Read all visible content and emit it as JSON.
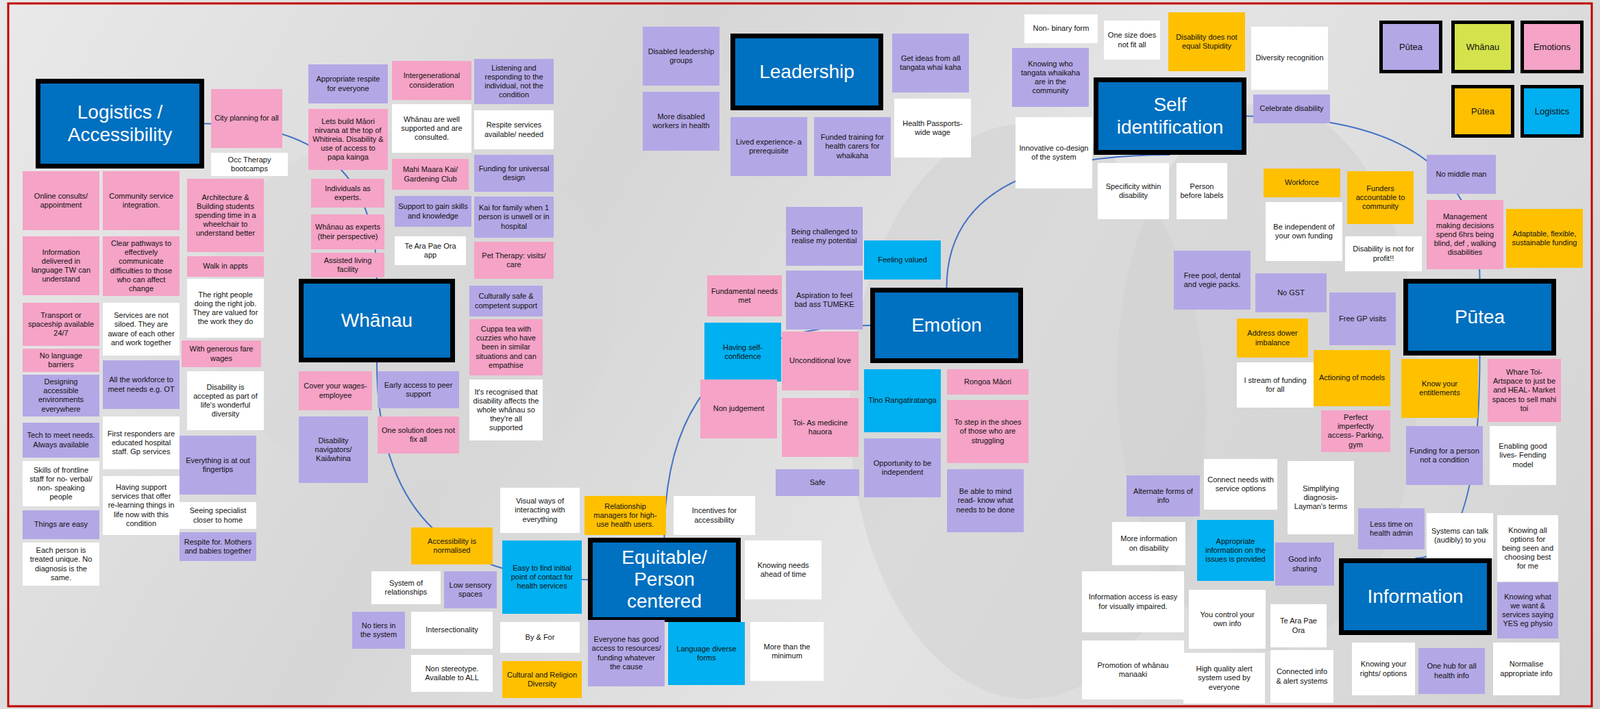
{
  "diagram": {
    "nodes": [
      {
        "text": [
          "Logistics / Accessibility"
        ]
      },
      {
        "text": [
          "City planning for all"
        ]
      },
      {
        "text": [
          "Occ Therapy bootcamps"
        ]
      },
      {
        "text": [
          "Online consults/ appointment"
        ]
      },
      {
        "text": [
          "Community service integration."
        ]
      },
      {
        "text": [
          "Architecture & Building students spending time in a wheelchair to understand better"
        ]
      },
      {
        "text": [
          "Information delivered in language TW can understand"
        ]
      },
      {
        "text": [
          "Clear pathways to effectively communicate difficulties to those who can affect change"
        ]
      },
      {
        "text": [
          "Walk in appts"
        ]
      },
      {
        "text": [
          "The right people doing the right job. They are valued for the work they do"
        ]
      },
      {
        "text": [
          "Transport or spaceship available 24/7"
        ]
      },
      {
        "text": [
          "Services are not siloed. They are aware of each other and work together"
        ]
      },
      {
        "text": [
          "With generous fare wages"
        ]
      },
      {
        "text": [
          "No language barriers"
        ]
      },
      {
        "text": [
          "Designing accessible environments everywhere"
        ]
      },
      {
        "text": [
          "All the workforce to meet needs e.g. OT"
        ]
      },
      {
        "text": [
          "Disability is accepted as part of life's wonderful diversity"
        ]
      },
      {
        "text": [
          "Tech to meet needs. Always available"
        ]
      },
      {
        "text": [
          "First responders are educated hospital staff. Gp services"
        ]
      },
      {
        "text": [
          "Everything is at out fingertips"
        ]
      },
      {
        "text": [
          "Skills of frontline staff for no- verbal/ non- speaking people"
        ]
      },
      {
        "text": [
          "Having support services that offer re-learning things in life now with this condition"
        ]
      },
      {
        "text": [
          "Things are easy"
        ]
      },
      {
        "text": [
          "Seeing specialist closer to home"
        ]
      },
      {
        "text": [
          "Respite for. Mothers and babies together"
        ]
      },
      {
        "text": [
          "Each person is treated unique. No diagnosis is the same."
        ]
      },
      {
        "text": [
          "Appropriate respite for everyone"
        ]
      },
      {
        "text": [
          "Intergenerational consideration"
        ]
      },
      {
        "text": [
          "Listening and responding to the individual, not the condition"
        ]
      },
      {
        "text": [
          "Lets build Māori nirvana at the top of Whitireia. Disability & use of access to papa kainga"
        ]
      },
      {
        "text": [
          "Whānau are well supported and are consulted."
        ]
      },
      {
        "text": [
          "Respite services available/ needed"
        ]
      },
      {
        "text": [
          "Individuals as experts."
        ]
      },
      {
        "text": [
          "Mahi Maara Kai/ Gardening Club"
        ]
      },
      {
        "text": [
          "Funding for universal design"
        ]
      },
      {
        "text": [
          "Support to gain skills and knowledge"
        ]
      },
      {
        "text": [
          "Whānau as experts (their perspective)"
        ]
      },
      {
        "text": [
          "Kai for family when 1 person is unwell or in hospital"
        ]
      },
      {
        "text": [
          "Te Ara Pae Ora app"
        ]
      },
      {
        "text": [
          "Assisted living facility"
        ]
      },
      {
        "text": [
          "Pet Therapy: visits/ care"
        ]
      },
      {
        "text": [
          "Whānau"
        ]
      },
      {
        "text": [
          "Culturally safe & competent support"
        ]
      },
      {
        "text": [
          "Cuppa tea with cuzzies who have been in similar situations and can empathise"
        ]
      },
      {
        "text": [
          "Cover your wages- employee"
        ]
      },
      {
        "text": [
          "Early access to peer support"
        ]
      },
      {
        "text": [
          "It's recognised that disability affects the whole whānau so they're all supported"
        ]
      },
      {
        "text": [
          "Disability navigators/ Kaiāwhina"
        ]
      },
      {
        "text": [
          "One solution does not fix all"
        ]
      },
      {
        "text": [
          "Visual ways of interacting with everything"
        ]
      },
      {
        "text": [
          "Relationship managers for high-use health users."
        ]
      },
      {
        "text": [
          "Incentives for accessibility"
        ]
      },
      {
        "text": [
          "Accessibility is normalised"
        ]
      },
      {
        "text": [
          "Easy to find initial point of contact for health services"
        ]
      },
      {
        "text": [
          "Equitable/ Person centered"
        ]
      },
      {
        "text": [
          "Knowing needs ahead of time"
        ]
      },
      {
        "text": [
          "System of relationships"
        ]
      },
      {
        "text": [
          "Low sensory spaces"
        ]
      },
      {
        "text": [
          "No tiers in the system"
        ]
      },
      {
        "text": [
          "Intersectionality"
        ]
      },
      {
        "text": [
          "By & For"
        ]
      },
      {
        "text": [
          "Everyone has good access to resources/ funding whatever the cause"
        ]
      },
      {
        "text": [
          "Language diverse forms"
        ]
      },
      {
        "text": [
          "More than the minimum"
        ]
      },
      {
        "text": [
          "Non stereotype. Available to ALL"
        ]
      },
      {
        "text": [
          "Cultural and Religion Diversity"
        ]
      },
      {
        "text": [
          "Disabled leadership groups"
        ]
      },
      {
        "text": [
          "Leadership"
        ]
      },
      {
        "text": [
          "Get ideas from all tangata whai kaha"
        ]
      },
      {
        "text": [
          "More disabled workers in health"
        ]
      },
      {
        "text": [
          "Lived experience- a prerequisite"
        ]
      },
      {
        "text": [
          "Funded training for health carers for whaikaha"
        ]
      },
      {
        "text": [
          "Health Passports- wide wage"
        ]
      },
      {
        "text": [
          "Being challenged to realise my potential"
        ]
      },
      {
        "text": [
          "Aspiration to feel bad ass TUMEKE"
        ]
      },
      {
        "text": [
          "Feeling valued"
        ]
      },
      {
        "text": [
          "Fundamental needs met"
        ]
      },
      {
        "text": [
          "Having self-confidence"
        ]
      },
      {
        "text": [
          "Unconditional love"
        ]
      },
      {
        "text": [
          "Emotion"
        ]
      },
      {
        "text": [
          "Non judgement"
        ]
      },
      {
        "text": [
          "Toi- As medicine hauora"
        ]
      },
      {
        "text": [
          "Tino Rangatiratanga"
        ]
      },
      {
        "text": [
          "Rongoa Māori"
        ]
      },
      {
        "text": [
          "To step in the shoes of those who are struggling"
        ]
      },
      {
        "text": [
          "Opportunity to be independent"
        ]
      },
      {
        "text": [
          "Safe"
        ]
      },
      {
        "text": [
          "Be able to mind read- know what needs to be done"
        ]
      },
      {
        "text": [
          "Non- binary form"
        ]
      },
      {
        "text": [
          "One size does not fit all"
        ]
      },
      {
        "text": [
          "Disability does not equal Stupidity"
        ]
      },
      {
        "text": [
          "Diversity recognition"
        ]
      },
      {
        "text": [
          "Knowing who tangata whaikaha are in the community"
        ]
      },
      {
        "text": [
          "Self identification"
        ]
      },
      {
        "text": [
          "Celebrate disability"
        ]
      },
      {
        "text": [
          "Innovative co-design of the system"
        ]
      },
      {
        "text": [
          "Specificity within disability"
        ]
      },
      {
        "text": [
          "Person before labels"
        ]
      },
      {
        "text": [
          "Workforce"
        ]
      },
      {
        "text": [
          "Funders accountable to community"
        ]
      },
      {
        "text": [
          "No middle man"
        ]
      },
      {
        "text": [
          "Be independent of your own funding"
        ]
      },
      {
        "text": [
          "Disability is not for profit!!"
        ]
      },
      {
        "text": [
          "Management making decisions spend 6hrs being blind, def , walking disabilities"
        ]
      },
      {
        "text": [
          "Adaptable, flexible, sustainable funding"
        ]
      },
      {
        "text": [
          "Free pool, dental and vegie packs."
        ]
      },
      {
        "text": [
          "No GST"
        ]
      },
      {
        "text": [
          "Free GP visits"
        ]
      },
      {
        "text": [
          "Pūtea"
        ]
      },
      {
        "text": [
          "Address dower imbalance"
        ]
      },
      {
        "text": [
          "Actioning of models"
        ]
      },
      {
        "text": [
          "I stream of funding for all"
        ]
      },
      {
        "text": [
          "Know your entitlements"
        ]
      },
      {
        "text": [
          "Whare Toi- Artspace to just be and HEAL- Market spaces to sell mahi toi"
        ]
      },
      {
        "text": [
          "Perfect imperfectly access- Parking, gym"
        ]
      },
      {
        "text": [
          "Funding for a person not a condition"
        ]
      },
      {
        "text": [
          "Enabling good lives- Fending model"
        ]
      },
      {
        "text": [
          "Connect needs with service options"
        ]
      },
      {
        "text": [
          "Simplifying diagnosis- Layman's terms"
        ]
      },
      {
        "text": [
          "Alternate forms of info"
        ]
      },
      {
        "text": [
          "Less time on health admin"
        ]
      },
      {
        "text": [
          "Systems can talk (audibly) to you"
        ]
      },
      {
        "text": [
          "Knowing all options for being seen and choosing best for me"
        ]
      },
      {
        "text": [
          "More information on disability"
        ]
      },
      {
        "text": [
          "Appropriate information on the issues is provided"
        ]
      },
      {
        "text": [
          "Good info sharing"
        ]
      },
      {
        "text": [
          "Information"
        ]
      },
      {
        "text": [
          "Knowing what we want & services saying YES eg physio"
        ]
      },
      {
        "text": [
          "Information access is easy for visually impaired."
        ]
      },
      {
        "text": [
          "You control your own info"
        ]
      },
      {
        "text": [
          "Te Ara Pae Ora"
        ]
      },
      {
        "text": [
          "Promotion of whānau manaaki"
        ]
      },
      {
        "text": [
          "High quality alert system used by everyone"
        ]
      },
      {
        "text": [
          "Connected info & alert systems"
        ]
      },
      {
        "text": [
          "Knowing your rights/ options"
        ]
      },
      {
        "text": [
          "One hub for all health info"
        ]
      },
      {
        "text": [
          "Normalise appropriate info"
        ]
      }
    ],
    "edges": [
      {
        "from": 0,
        "to": 41,
        "arrow": "none"
      },
      {
        "from": 41,
        "to": 54,
        "arrow": "none"
      },
      {
        "from": 54,
        "to": 79,
        "arrow": "none"
      },
      {
        "from": 79,
        "to": 93,
        "arrow": "none"
      },
      {
        "from": 93,
        "to": 108,
        "arrow": "none"
      },
      {
        "from": 108,
        "to": 126,
        "arrow": "none"
      }
    ],
    "legend": [
      {
        "text": "Pūtea",
        "color": "#b4a7e6"
      },
      {
        "text": "Whānau",
        "color": "#d4e34b"
      },
      {
        "text": "Emotions",
        "color": "#f5a3c7"
      },
      {
        "text": "Pūtea",
        "color": "#ffc000"
      },
      {
        "text": "Logistics",
        "color": "#00b0f0"
      }
    ]
  }
}
